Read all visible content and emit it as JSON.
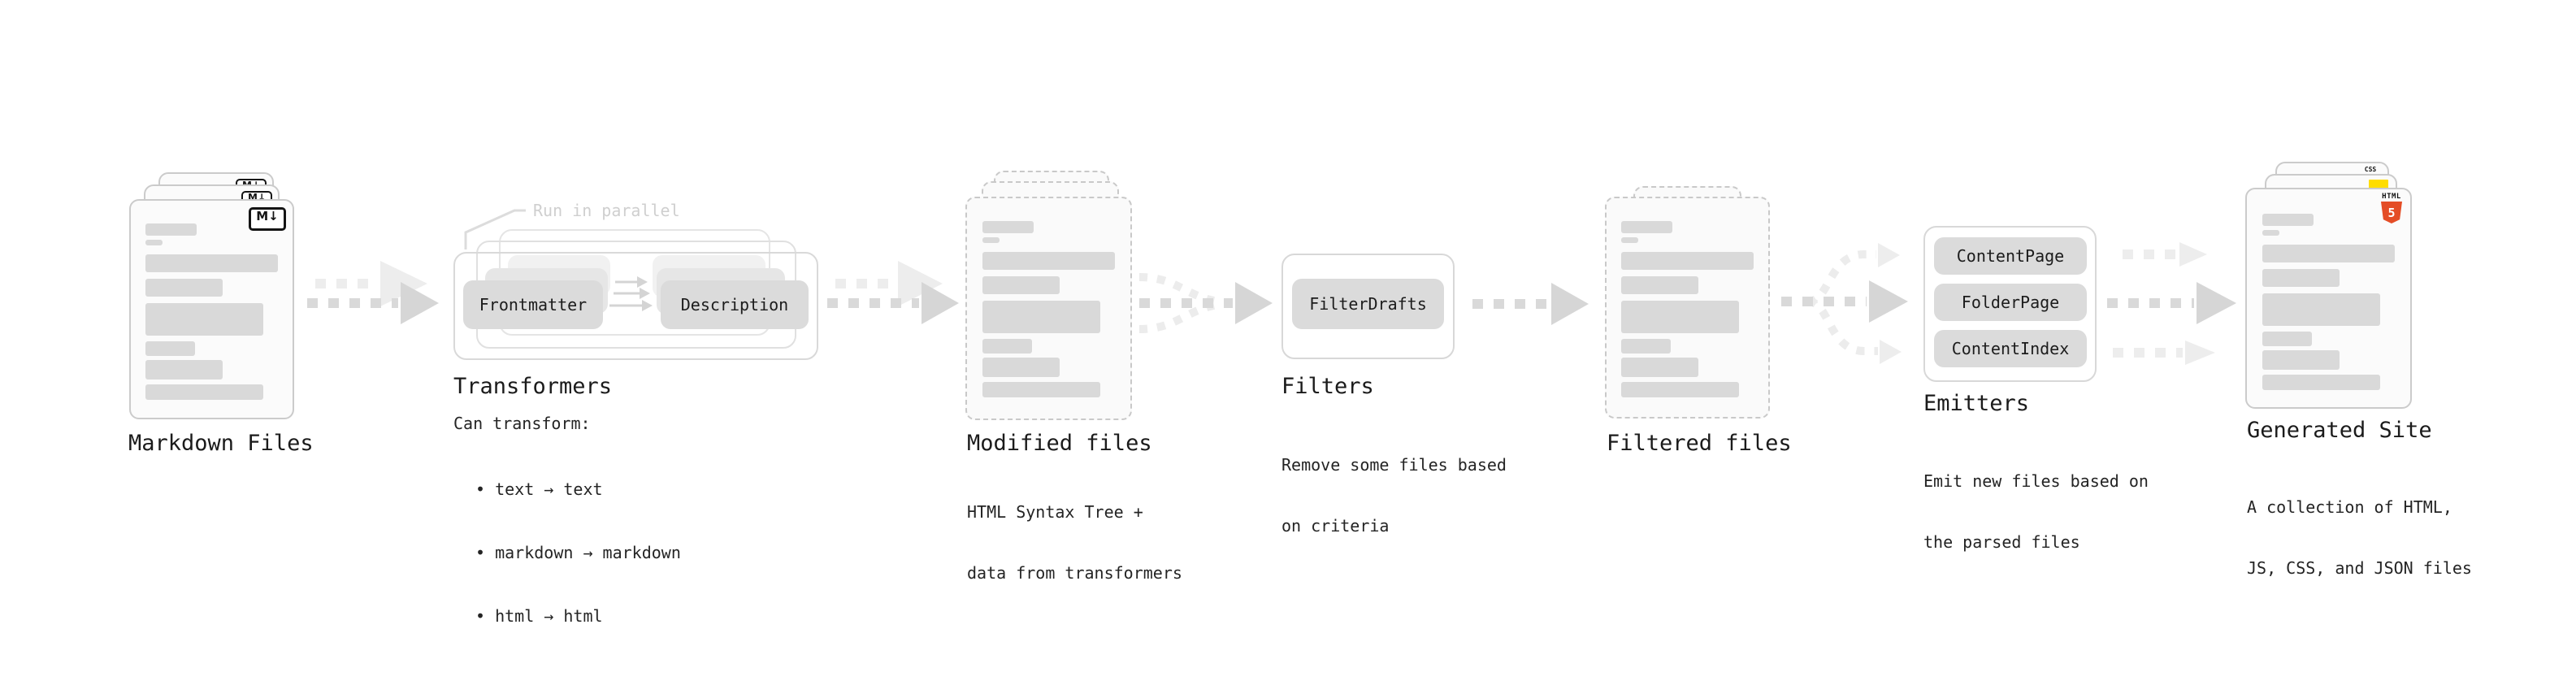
{
  "stages": {
    "markdown": {
      "label": "Markdown Files",
      "icon": "M↓"
    },
    "transformers": {
      "label": "Transformers",
      "note": "Run in parallel",
      "pills": [
        "Frontmatter",
        "Description"
      ],
      "desc_title": "Can transform:",
      "bullets": [
        "• text → text",
        "• markdown → markdown",
        "• html → html"
      ]
    },
    "modified": {
      "label": "Modified files",
      "desc": [
        "HTML Syntax Tree +",
        "data from transformers"
      ]
    },
    "filters": {
      "label": "Filters",
      "pill": "FilterDrafts",
      "desc": [
        "Remove some files based",
        "on criteria"
      ]
    },
    "filtered": {
      "label": "Filtered files"
    },
    "emitters": {
      "label": "Emitters",
      "pills": [
        "ContentPage",
        "FolderPage",
        "ContentIndex"
      ],
      "desc": [
        "Emit new files based on",
        "the parsed files"
      ]
    },
    "generated": {
      "label": "Generated Site",
      "desc": [
        "A collection of HTML,",
        "JS, CSS, and JSON files"
      ],
      "icons": {
        "css": "CSS",
        "html_text": "HTML",
        "html_number": "5"
      }
    }
  },
  "colors": {
    "arrow_gray": "#d9d9d9",
    "arrow_light": "#ededed",
    "faded_text": "#cfcfcf",
    "bar_gray": "#d9d9d9",
    "html5_orange": "#e44d26",
    "js_yellow": "#ffdd00",
    "css_blue": "#2965f1"
  }
}
